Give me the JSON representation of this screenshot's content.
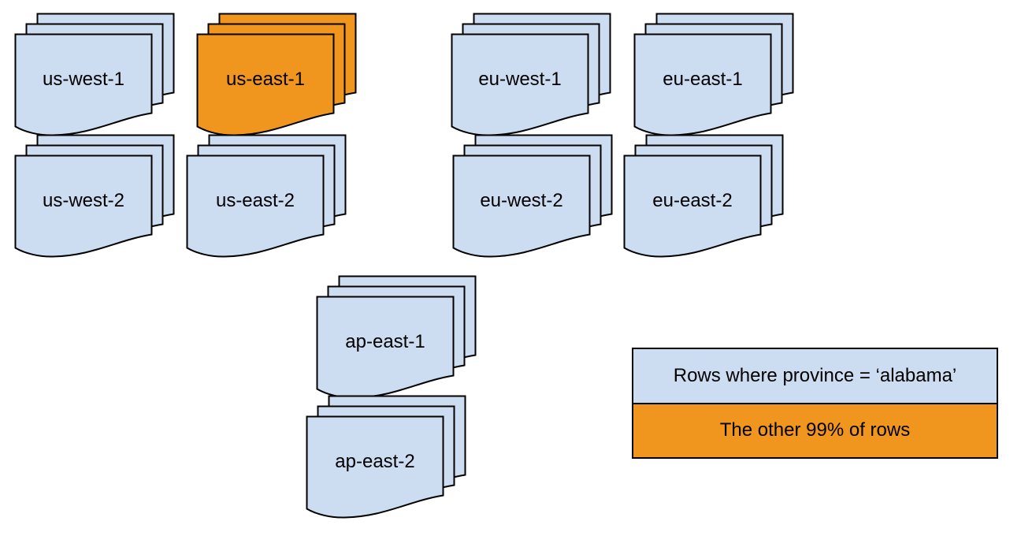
{
  "diagram": {
    "description": "Document stacks representing cloud regions; one region highlighted",
    "stacks": [
      {
        "label": "us-west-1",
        "highlight": false
      },
      {
        "label": "us-east-1",
        "highlight": true
      },
      {
        "label": "eu-west-1",
        "highlight": false
      },
      {
        "label": "eu-east-1",
        "highlight": false
      },
      {
        "label": "us-west-2",
        "highlight": false
      },
      {
        "label": "us-east-2",
        "highlight": false
      },
      {
        "label": "eu-west-2",
        "highlight": false
      },
      {
        "label": "eu-east-2",
        "highlight": false
      },
      {
        "label": "ap-east-1",
        "highlight": false
      },
      {
        "label": "ap-east-2",
        "highlight": false
      }
    ],
    "legend": {
      "items": [
        {
          "label": "Rows where province = ‘alabama’",
          "swatch": "blue"
        },
        {
          "label": "The other 99% of rows",
          "swatch": "orange"
        }
      ]
    },
    "colors": {
      "doc_fill_default": "#ccdcf1",
      "doc_fill_highlight": "#f0961e",
      "stroke": "#000000",
      "background": "#ffffff"
    }
  }
}
